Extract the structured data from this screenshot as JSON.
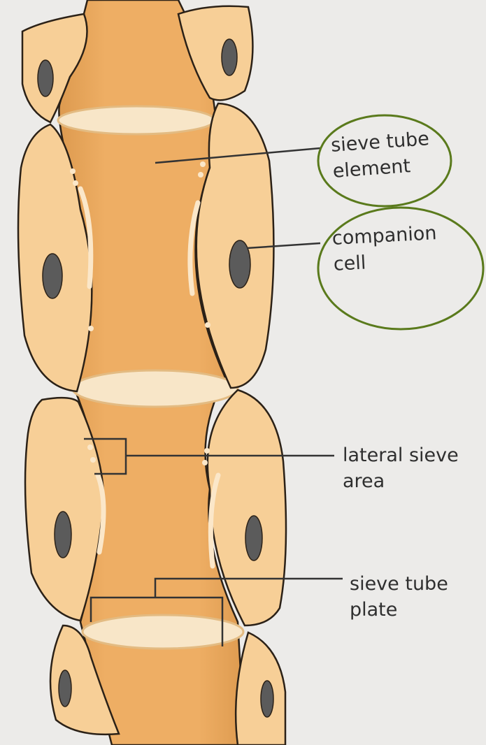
{
  "labels": {
    "sieve_tube_element": {
      "line1": "sieve tube",
      "line2": "element"
    },
    "companion_cell": {
      "line1": "companion",
      "line2": "cell"
    },
    "lateral_sieve_area": {
      "line1": "lateral sieve",
      "line2": "area"
    },
    "sieve_tube_plate": {
      "line1": "sieve tube",
      "line2": "plate"
    }
  },
  "colors": {
    "page": "#ecebe9",
    "cell_fill": "#f7cf97",
    "cell_inner": "#fbdcae",
    "tube_fill": "#e9a75c",
    "tube_edge": "#d08a3f",
    "outline": "#2b2117",
    "nucleus": "#5b5b5b",
    "plate": "#f8e6c8",
    "highlight_circle": "#5a7a1c",
    "leader_line": "#333333"
  }
}
